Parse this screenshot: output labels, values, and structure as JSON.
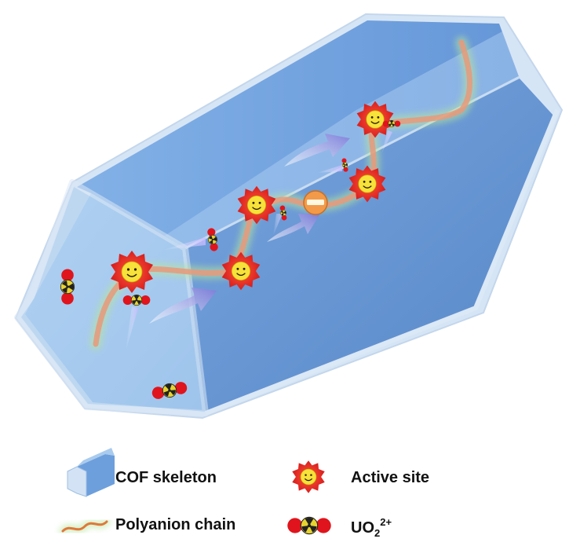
{
  "legend": {
    "cof_skeleton": "COF skeleton",
    "active_site": "Active site",
    "polyanion_chain": "Polyanion chain",
    "uo2_base": "UO",
    "uo2_sub": "2",
    "uo2_sup": "2+"
  },
  "colors": {
    "prism_front": "#6d9bd8",
    "prism_inner": "#9cc4ee",
    "prism_top": "#7aa8e0",
    "prism_edge": "#cfe0f3",
    "chain": "#e89a6a",
    "chain_glow": "#b8e6a0",
    "active_site": "#e8302a",
    "face": "#f5e23a",
    "uranyl_o": "#e0141c",
    "uranyl_u": "#e7d330",
    "arrow": "#8f8fe0"
  },
  "icons": [
    "cof-skeleton-icon",
    "active-site-icon",
    "polyanion-chain-icon",
    "uranyl-icon",
    "negative-charge-icon"
  ]
}
